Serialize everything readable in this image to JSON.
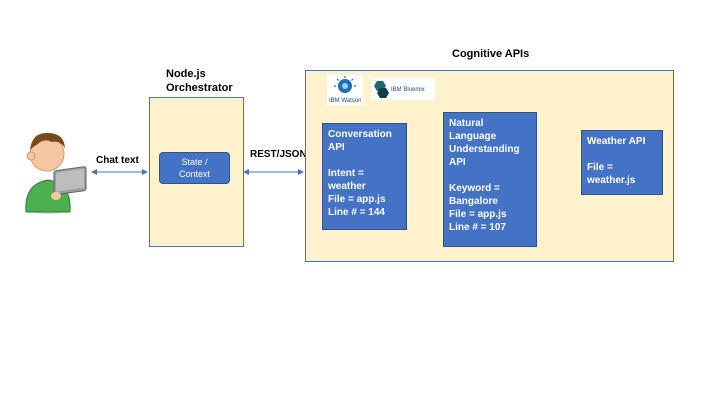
{
  "orchestrator": {
    "title_line1": "Node.js",
    "title_line2": "Orchestrator"
  },
  "state_box": {
    "line1": "State /",
    "line2": "Context"
  },
  "cognitive": {
    "title": "Cognitive APIs"
  },
  "edges": {
    "chat": "Chat text",
    "rest": "REST/JSON"
  },
  "logos": {
    "watson": "IBM Watson",
    "bluemix": "IBM Bluemix"
  },
  "conversation_api": {
    "lines": [
      "Conversation",
      "API",
      "",
      "Intent =",
      "weather",
      "File = app.js",
      "Line # = 144"
    ]
  },
  "nlu_api": {
    "lines": [
      "Natural",
      "Language",
      "Understanding",
      "API",
      "",
      "Keyword =",
      "Bangalore",
      "File = app.js",
      "Line # = 107"
    ]
  },
  "weather_api": {
    "lines": [
      "Weather API",
      "",
      "File =",
      "weather.js"
    ]
  },
  "colors": {
    "box_fill": "#4472c4",
    "container_fill": "#fff2cc",
    "connector": "#4472c4"
  }
}
